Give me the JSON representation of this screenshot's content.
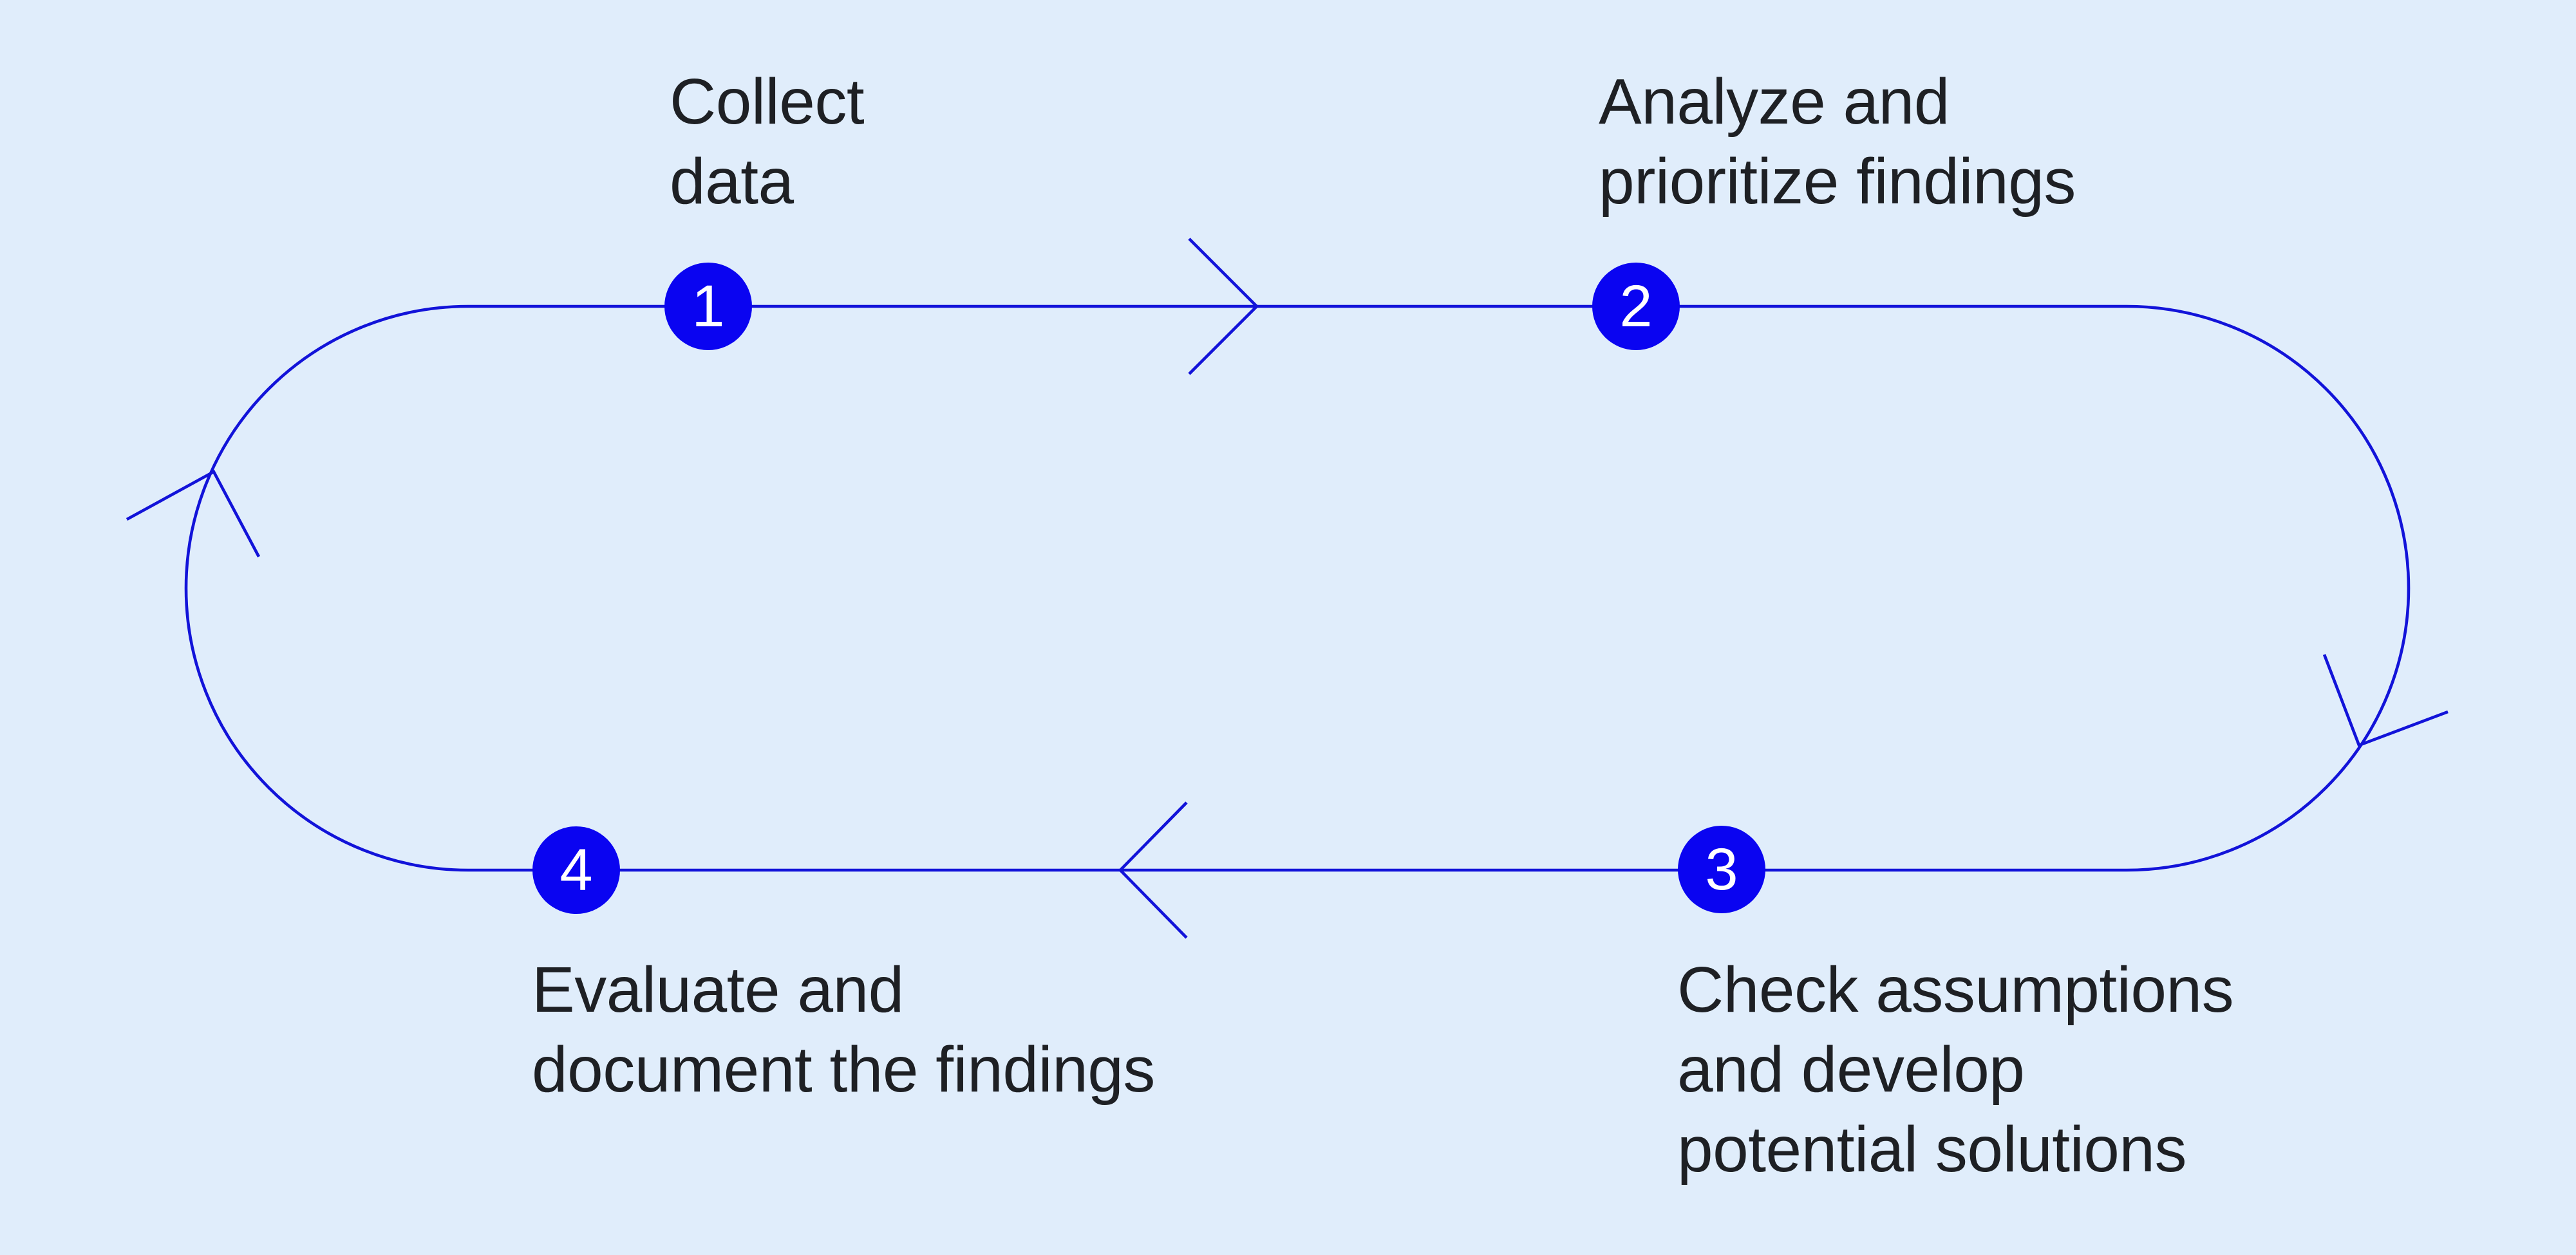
{
  "diagram": {
    "type": "cycle-loop",
    "flow_direction": "clockwise",
    "colors": {
      "background": "#e0edfb",
      "loop_stroke": "#1213d9",
      "node_fill": "#0a04f1",
      "node_number": "#ffffff",
      "label_text": "#1e2024"
    },
    "steps": [
      {
        "number": "1",
        "label_lines": [
          "Collect",
          "data"
        ]
      },
      {
        "number": "2",
        "label_lines": [
          "Analyze and",
          "prioritize findings"
        ]
      },
      {
        "number": "3",
        "label_lines": [
          "Check assumptions",
          "and develop",
          "potential solutions"
        ]
      },
      {
        "number": "4",
        "label_lines": [
          "Evaluate and",
          "document the findings"
        ]
      }
    ]
  }
}
